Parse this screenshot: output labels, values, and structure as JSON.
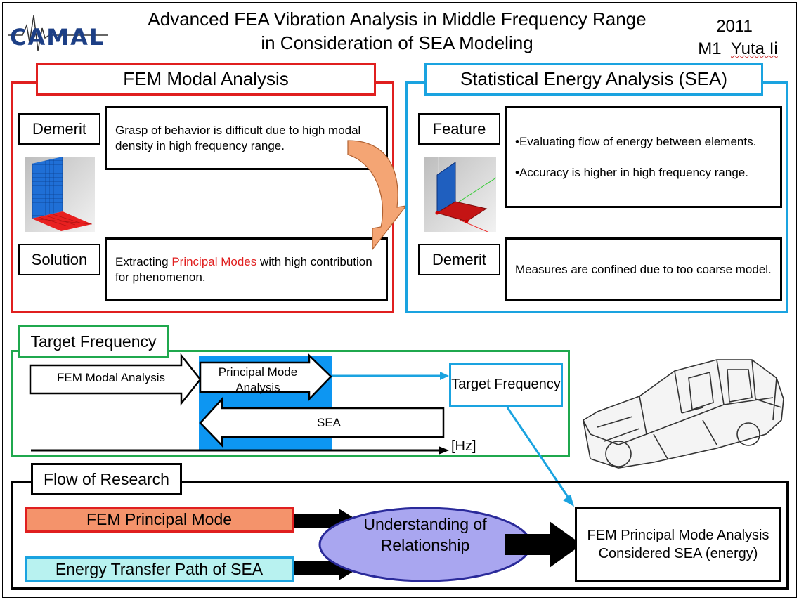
{
  "header": {
    "logo_text": "CAMAL",
    "title_line1": "Advanced FEA Vibration Analysis in Middle Frequency Range",
    "title_line2": "in Consideration of SEA Modeling",
    "year": "2011",
    "grade": "M1",
    "author": "Yuta Ii"
  },
  "fem_panel": {
    "title": "FEM Modal Analysis",
    "demerit_label": "Demerit",
    "demerit_text": "Grasp of behavior is difficult due to high modal density in high frequency range.",
    "solution_label": "Solution",
    "solution_prefix": "Extracting ",
    "solution_highlight": "Principal Modes",
    "solution_suffix": " with high contribution for phenomenon.",
    "colors": {
      "border": "#e01f1f",
      "highlight": "#e01f1f"
    }
  },
  "sea_panel": {
    "title": "Statistical Energy Analysis (SEA)",
    "feature_label": "Feature",
    "feature_point1": "•Evaluating flow of energy between elements.",
    "feature_point2": "•Accuracy is higher in high frequency range.",
    "demerit_label": "Demerit",
    "demerit_text": "Measures are confined due to too coarse model.",
    "colors": {
      "border": "#1aa3e0"
    }
  },
  "target_panel": {
    "title": "Target Frequency",
    "arrow_fem": "FEM Modal Analysis",
    "arrow_pm": "Principal Mode Analysis",
    "arrow_sea": "SEA",
    "target_box": "Target Frequency",
    "axis_unit": "[Hz]",
    "colors": {
      "border": "#1fa84d",
      "band": "#0d96f2"
    }
  },
  "research_panel": {
    "title": "Flow of Research",
    "input1": "FEM Principal Mode",
    "input2": "Energy Transfer Path of SEA",
    "ellipse": "Understanding of Relationship",
    "result": "FEM Principal Mode Analysis Considered SEA (energy)",
    "colors": {
      "input1_fill": "#f4936b",
      "input2_fill": "#b8f2f0",
      "ellipse_fill": "#a9a6f0",
      "ellipse_border": "#2a2a9a"
    }
  }
}
